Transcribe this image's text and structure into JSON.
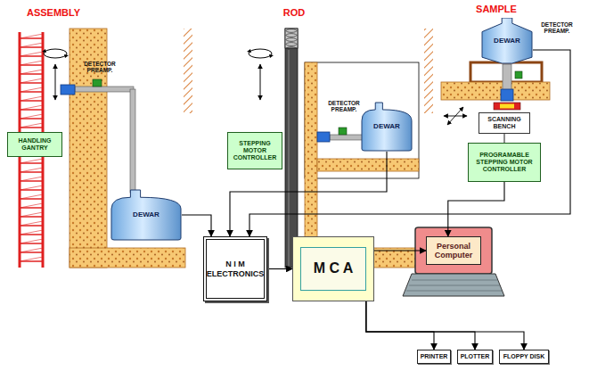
{
  "diagram": {
    "nodes": [
      {
        "text": [
          "HANDLING GANTRY"
        ]
      },
      {
        "text": [
          "DEWAR"
        ]
      },
      {
        "text": [
          "STEPPING MOTOR CONTROLLER"
        ]
      },
      {
        "text": [
          "DEWAR"
        ]
      },
      {
        "text": [
          "DEWAR"
        ]
      },
      {
        "text": [
          "SCANNING BENCH"
        ]
      },
      {
        "text": [
          "PROGRAMABLE STEPPING MOTOR CONTROLLER"
        ]
      },
      {
        "text": [
          "N I M ELECTRONICS"
        ]
      },
      {
        "text": [
          "M C A"
        ]
      },
      {
        "text": [
          "Personal Computer"
        ]
      },
      {
        "text": [
          "PRINTER"
        ]
      },
      {
        "text": [
          "PLOTTER"
        ]
      },
      {
        "text": [
          "FLOPPY DISK"
        ]
      }
    ],
    "edges": [
      {
        "from": 1,
        "to": 7,
        "arrow": "to"
      },
      {
        "from": 3,
        "to": 7,
        "arrow": "to"
      },
      {
        "from": 4,
        "to": 7,
        "arrow": "to"
      },
      {
        "from": 7,
        "to": 8,
        "arrow": "to"
      },
      {
        "from": 8,
        "to": 9,
        "arrow": "to"
      },
      {
        "from": 6,
        "to": 9,
        "arrow": "to"
      },
      {
        "from": 8,
        "to": 10,
        "arrow": "to"
      },
      {
        "from": 8,
        "to": 11,
        "arrow": "to"
      },
      {
        "from": 8,
        "to": 12,
        "arrow": "to"
      }
    ],
    "labels": [
      "ASSEMBLY",
      "ROD",
      "SAMPLE",
      "DETECTOR PREAMP.",
      "DETECTOR PREAMP.",
      "DETECTOR PREAMP."
    ]
  }
}
